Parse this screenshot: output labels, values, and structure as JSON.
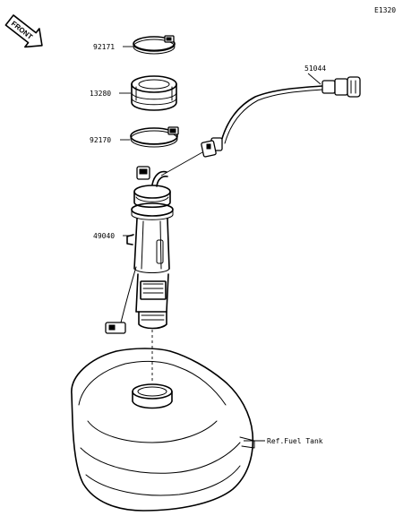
{
  "diagram_code": "E1320",
  "front_badge": "FRONT",
  "parts": [
    {
      "number": "92171"
    },
    {
      "number": "13280"
    },
    {
      "number": "92170"
    },
    {
      "number": "51044"
    },
    {
      "number": "49040"
    }
  ],
  "reference_label": "Ref.Fuel Tank"
}
